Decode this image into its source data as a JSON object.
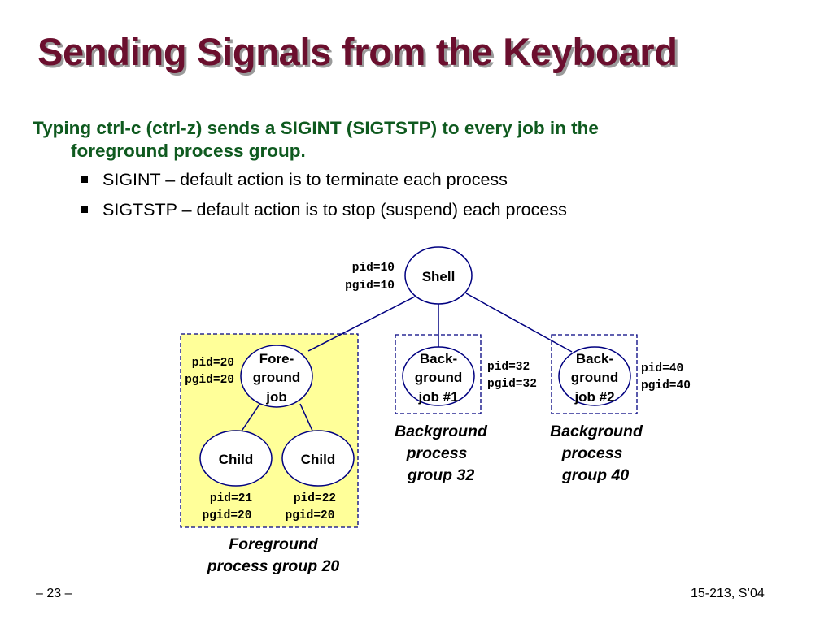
{
  "slide": {
    "title": "Sending Signals from the Keyboard",
    "lead_line1": "Typing ctrl-c (ctrl-z) sends a SIGINT (SIGTSTP) to every job in the",
    "lead_line2": "foreground process group.",
    "bullets": [
      "SIGINT – default action is to terminate each process",
      "SIGTSTP – default action is to stop (suspend) each process"
    ],
    "footer_left": "– 23 –",
    "footer_right": "15-213, S’04",
    "colors": {
      "title": "#6b0f2e",
      "lead": "#0f5a1f",
      "foreground_group_fill": "#ffff99"
    }
  },
  "diagram": {
    "shell": {
      "label": "Shell",
      "pid": "pid=10",
      "pgid": "pgid=10"
    },
    "foreground_job": {
      "label": [
        "Fore-",
        "ground",
        "job"
      ],
      "pid": "pid=20",
      "pgid": "pgid=20"
    },
    "child1": {
      "label": "Child",
      "pid": "pid=21",
      "pgid": "pgid=20"
    },
    "child2": {
      "label": "Child",
      "pid": "pid=22",
      "pgid": "pgid=20"
    },
    "bg_job1": {
      "label": [
        "Back-",
        "ground",
        "job #1"
      ],
      "pid": "pid=32",
      "pgid": "pgid=32"
    },
    "bg_job2": {
      "label": [
        "Back-",
        "ground",
        "job #2"
      ],
      "pid": "pid=40",
      "pgid": "pgid=40"
    },
    "fg_group_caption": [
      "Foreground",
      "process group 20"
    ],
    "bg_group32_caption": [
      "Background",
      "process",
      "group 32"
    ],
    "bg_group40_caption": [
      "Background",
      "process",
      "group 40"
    ]
  }
}
